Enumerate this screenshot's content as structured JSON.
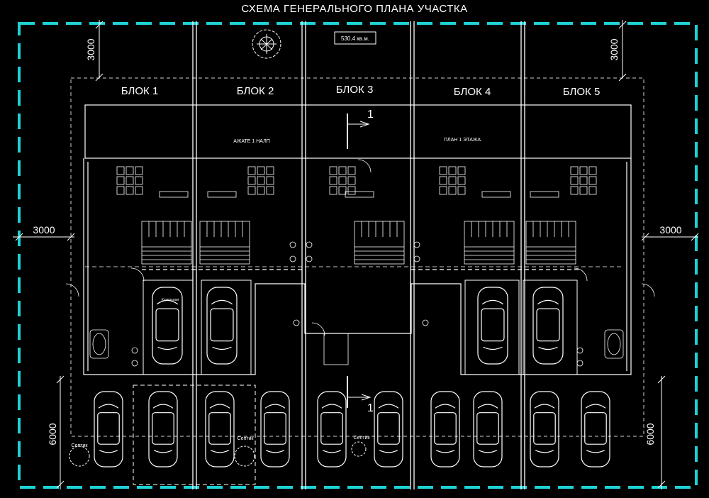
{
  "title": "СХЕМА ГЕНЕРАЛЬНОГО ПЛАНА УЧАСТКА",
  "area_label": "530.4 кв.м.",
  "blocks": [
    "БЛОК 1",
    "БЛОК 2",
    "БЛОК 3",
    "БЛОК 4",
    "БЛОК 5"
  ],
  "dimensions": {
    "top_left": "3000",
    "top_right": "3000",
    "mid_left": "3000",
    "mid_right": "3000",
    "bottom_left": "6000",
    "bottom_right": "6000"
  },
  "section_mark_top": "1",
  "section_mark_bottom": "1",
  "septic_labels": [
    "Септик",
    "Септик",
    "Септик"
  ],
  "plan_labels": {
    "upside_down": "АЖАТЕ 1 НАЛП",
    "first_floor": "ПЛАН 1 ЭТАЖА",
    "boiler": "Котельная"
  },
  "colors": {
    "background": "#000000",
    "lines": "#ffffff",
    "boundary": "#1ed1d4"
  }
}
